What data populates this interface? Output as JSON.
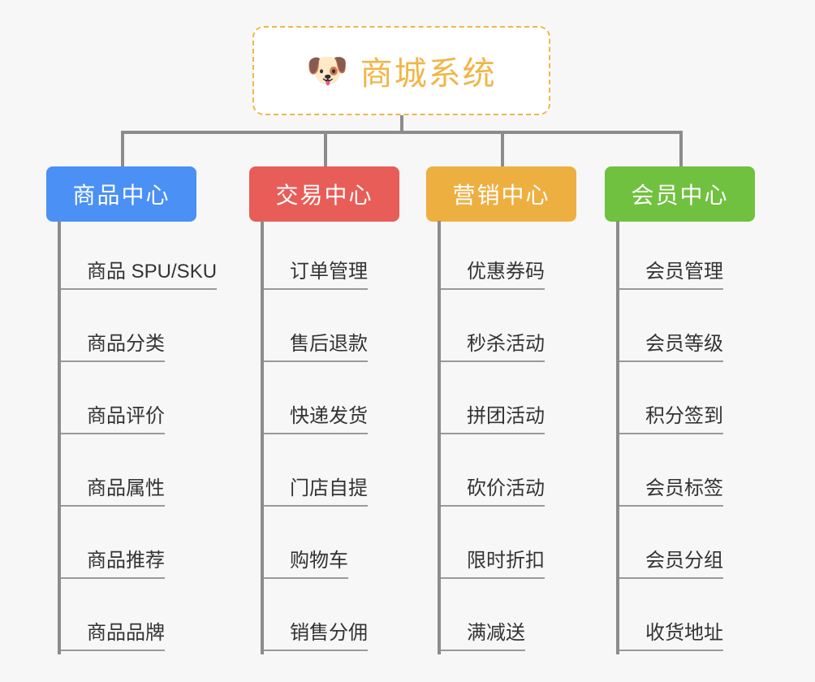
{
  "root": {
    "icon": "shiba-dog-face-icon",
    "icon_glyph": "🐶",
    "title": "商城系统",
    "accent_color": "#f0b64a",
    "background_color": "#ffffff",
    "border_style": "dashed"
  },
  "canvas": {
    "background_color": "#f7f7f7",
    "connector_color": "#8c8c8c"
  },
  "branches": [
    {
      "label": "商品中心",
      "color": "#4a90f5",
      "leaves": [
        "商品 SPU/SKU",
        "商品分类",
        "商品评价",
        "商品属性",
        "商品推荐",
        "商品品牌"
      ]
    },
    {
      "label": "交易中心",
      "color": "#e85d57",
      "leaves": [
        "订单管理",
        "售后退款",
        "快递发货",
        "门店自提",
        "购物车",
        "销售分佣"
      ]
    },
    {
      "label": "营销中心",
      "color": "#eeaf41",
      "leaves": [
        "优惠券码",
        "秒杀活动",
        "拼团活动",
        "砍价活动",
        "限时折扣",
        "满减送"
      ]
    },
    {
      "label": "会员中心",
      "color": "#70c13f",
      "leaves": [
        "会员管理",
        "会员等级",
        "积分签到",
        "会员标签",
        "会员分组",
        "收货地址"
      ]
    }
  ]
}
